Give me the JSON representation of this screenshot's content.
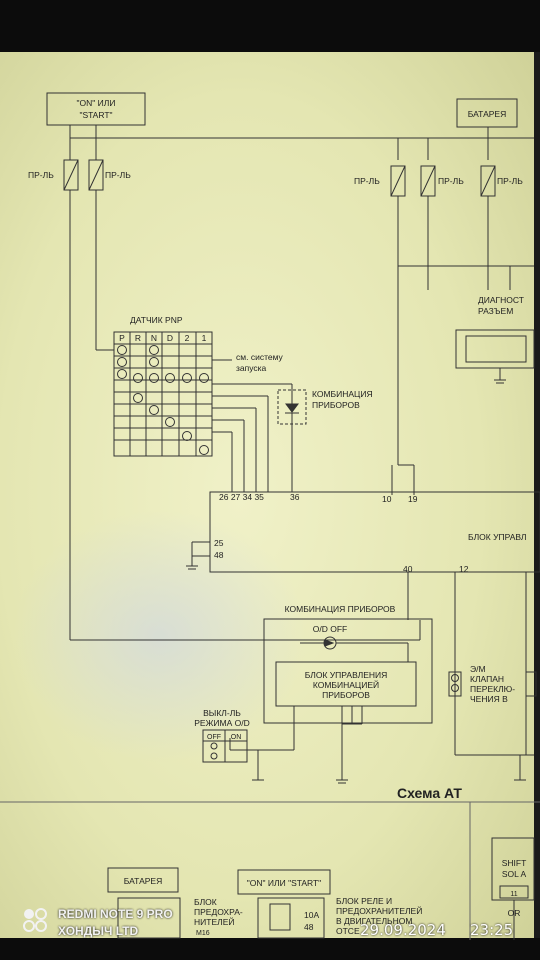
{
  "schematic": {
    "on_start_top": [
      "\"ON\" ИЛИ",
      "\"START\""
    ],
    "battery_top": "БАТАРЕЯ",
    "fuse": "ПР-ЛЬ",
    "diag_connector": [
      "ДИАГНОСТ",
      "РАЗЪЕМ"
    ],
    "pnp_sensor": "ДАТЧИК PNP",
    "pnp_columns": [
      "P",
      "R",
      "N",
      "D",
      "2",
      "1"
    ],
    "see_start_system": [
      "см. систему",
      "запуска"
    ],
    "instrument_cluster_small": [
      "КОМБИНАЦИЯ",
      "ПРИБОРОВ"
    ],
    "pins_left": "26 27 34 35",
    "pin_36": "36",
    "pin_10": "10",
    "pin_19": "19",
    "pin_25": "25",
    "pin_48": "48",
    "pin_40": "40",
    "pin_12": "12",
    "control_unit": "БЛОК УПРАВЛ",
    "instrument_cluster": "КОМБИНАЦИЯ ПРИБОРОВ",
    "od_off": "O/D OFF",
    "cluster_control_unit": [
      "БЛОК УПРАВЛЕНИЯ",
      "КОМБИНАЦИЕЙ",
      "ПРИБОРОВ"
    ],
    "od_switch": [
      "ВЫКЛ-ЛЬ",
      "РЕЖИМА O/D"
    ],
    "off": "OFF",
    "on": "ON",
    "solenoid": [
      "Э/М",
      "КЛАПАН",
      "ПЕРЕКЛЮ-",
      "ЧЕНИЯ B"
    ],
    "scheme_title": "Схема АТ",
    "battery_bottom": "БАТАРЕЯ",
    "fuse_block": [
      "БЛОК",
      "ПРЕДОХРА-",
      "НИТЕЛЕЙ"
    ],
    "m16": "M16",
    "on_start_bottom": "\"ON\" ИЛИ \"START\"",
    "fuse_10a": "10A",
    "fuse_48": "48",
    "relay_block": [
      "БЛОК РЕЛЕ И",
      "ПРЕДОХРАНИТЕЛЕЙ",
      "В ДВИГАТЕЛЬНОМ",
      "ОТСЕ"
    ],
    "shift_sol": [
      "SHIFT",
      "SOL A"
    ],
    "pin_11": "11",
    "or": "OR"
  },
  "watermark": {
    "device": "REDMI NOTE 9 PRO",
    "owner": "ХОНДЫЧ LTD",
    "date": "29.09.2024",
    "time": "23:25"
  }
}
